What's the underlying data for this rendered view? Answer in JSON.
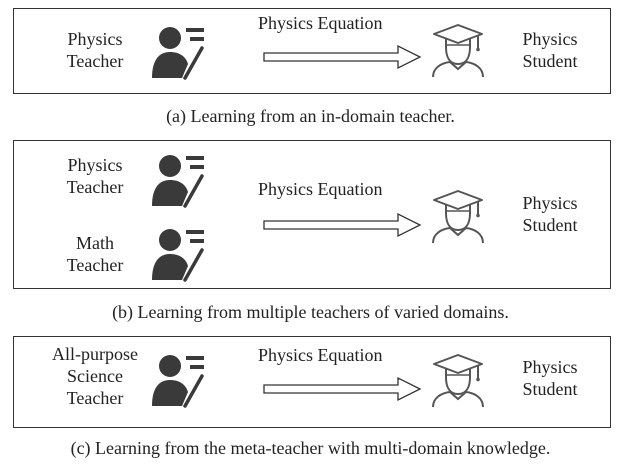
{
  "panel_a": {
    "teacher": [
      "Physics",
      "Teacher"
    ],
    "edge_label": "Physics Equation",
    "student": [
      "Physics",
      "Student"
    ],
    "caption": "(a) Learning from an in-domain teacher."
  },
  "panel_b": {
    "teacher_1": [
      "Physics",
      "Teacher"
    ],
    "teacher_2": [
      "Math",
      "Teacher"
    ],
    "edge_label": "Physics Equation",
    "student": [
      "Physics",
      "Student"
    ],
    "caption": "(b) Learning from multiple teachers of varied domains."
  },
  "panel_c": {
    "teacher": [
      "All-purpose",
      "Science",
      "Teacher"
    ],
    "edge_label": "Physics Equation",
    "student": [
      "Physics",
      "Student"
    ],
    "caption": "(c) Learning from the meta-teacher with multi-domain knowledge."
  },
  "icons": {
    "teacher": "teacher-person-icon",
    "student": "graduate-student-icon",
    "arrow": "hollow-right-arrow"
  },
  "colors": {
    "teacher_fill": "#3a3a3a",
    "student_stroke": "#555555",
    "border": "#333333"
  }
}
